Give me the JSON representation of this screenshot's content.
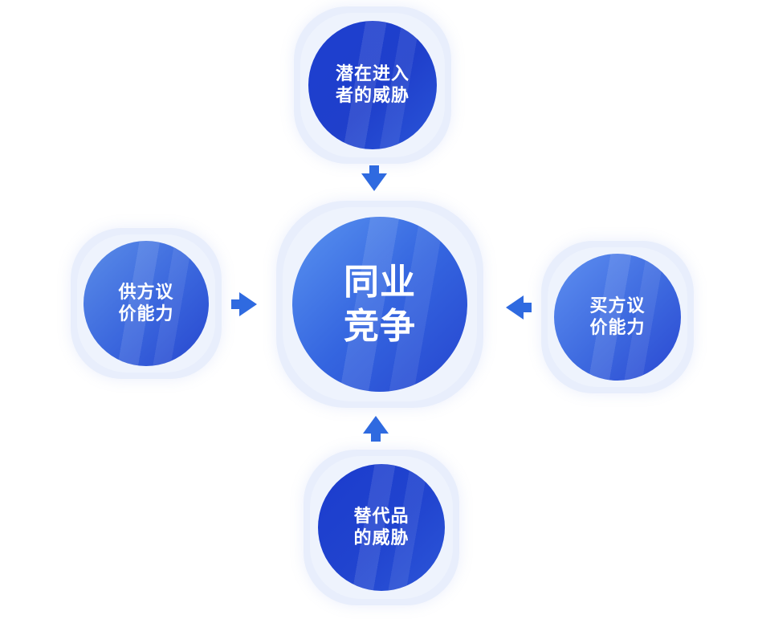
{
  "diagram": {
    "center": {
      "line1": "同业",
      "line2": "竞争"
    },
    "top": {
      "line1": "潜在进入",
      "line2": "者的威胁"
    },
    "left": {
      "line1": "供方议",
      "line2": "价能力"
    },
    "right": {
      "line1": "买方议",
      "line2": "价能力"
    },
    "bottom": {
      "line1": "替代品",
      "line2": "的威胁"
    }
  },
  "colors": {
    "arrow": "#2f6ae0",
    "halo": "#e8eefc",
    "node_dark": "#1d3fd0",
    "node_light": "#5a93f0"
  },
  "icons": [
    "arrow-down-icon",
    "arrow-up-icon",
    "arrow-right-icon",
    "arrow-left-icon"
  ]
}
